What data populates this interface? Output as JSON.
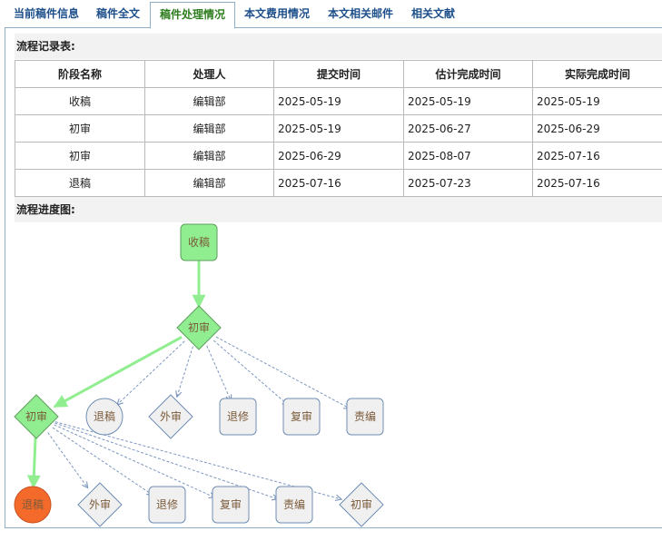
{
  "tabs": [
    {
      "label": "当前稿件信息",
      "active": false
    },
    {
      "label": "稿件全文",
      "active": false
    },
    {
      "label": "稿件处理情况",
      "active": true
    },
    {
      "label": "本文费用情况",
      "active": false
    },
    {
      "label": "本文相关邮件",
      "active": false
    },
    {
      "label": "相关文献",
      "active": false
    }
  ],
  "record": {
    "title": "流程记录表:",
    "columns": [
      "阶段名称",
      "处理人",
      "提交时间",
      "估计完成时间",
      "实际完成时间"
    ],
    "rows": [
      [
        "收稿",
        "编辑部",
        "2025-05-19",
        "2025-05-19",
        "2025-05-19"
      ],
      [
        "初审",
        "编辑部",
        "2025-05-19",
        "2025-06-27",
        "2025-06-29"
      ],
      [
        "初审",
        "编辑部",
        "2025-06-29",
        "2025-08-07",
        "2025-07-16"
      ],
      [
        "退稿",
        "编辑部",
        "2025-07-16",
        "2025-07-23",
        "2025-07-16"
      ]
    ]
  },
  "diagram": {
    "title": "流程进度图:",
    "colors": {
      "done": "#90ee90",
      "current": "#f46a2a",
      "pending": "#f0f0f0",
      "path": "#90ee90",
      "option": "#7d96c0"
    },
    "nodes": {
      "receive": {
        "label": "收稿",
        "shape": "rounded",
        "state": "done"
      },
      "review1": {
        "label": "初审",
        "shape": "diamond",
        "state": "done"
      },
      "review1_reject": {
        "label": "退稿",
        "shape": "circle",
        "state": "pending"
      },
      "review1_external": {
        "label": "外审",
        "shape": "diamond",
        "state": "pending"
      },
      "review1_revise": {
        "label": "退修",
        "shape": "rounded",
        "state": "pending"
      },
      "review1_recheck": {
        "label": "复审",
        "shape": "rounded",
        "state": "pending"
      },
      "review1_editor": {
        "label": "责编",
        "shape": "rounded",
        "state": "pending"
      },
      "review2": {
        "label": "初审",
        "shape": "diamond",
        "state": "done"
      },
      "reject": {
        "label": "退稿",
        "shape": "circle",
        "state": "current"
      },
      "review2_external": {
        "label": "外审",
        "shape": "diamond",
        "state": "pending"
      },
      "review2_revise": {
        "label": "退修",
        "shape": "rounded",
        "state": "pending"
      },
      "review2_recheck": {
        "label": "复审",
        "shape": "rounded",
        "state": "pending"
      },
      "review2_editor": {
        "label": "责编",
        "shape": "rounded",
        "state": "pending"
      },
      "review2_review": {
        "label": "初审",
        "shape": "diamond",
        "state": "pending"
      }
    },
    "path_edges": [
      [
        "receive",
        "review1"
      ],
      [
        "review1",
        "review2"
      ],
      [
        "review2",
        "reject"
      ]
    ],
    "option_edges": [
      [
        "review1",
        "review1_reject"
      ],
      [
        "review1",
        "review1_external"
      ],
      [
        "review1",
        "review1_revise"
      ],
      [
        "review1",
        "review1_recheck"
      ],
      [
        "review1",
        "review1_editor"
      ],
      [
        "review2",
        "review2_external"
      ],
      [
        "review2",
        "review2_revise"
      ],
      [
        "review2",
        "review2_recheck"
      ],
      [
        "review2",
        "review2_editor"
      ],
      [
        "review2",
        "review2_review"
      ]
    ]
  }
}
